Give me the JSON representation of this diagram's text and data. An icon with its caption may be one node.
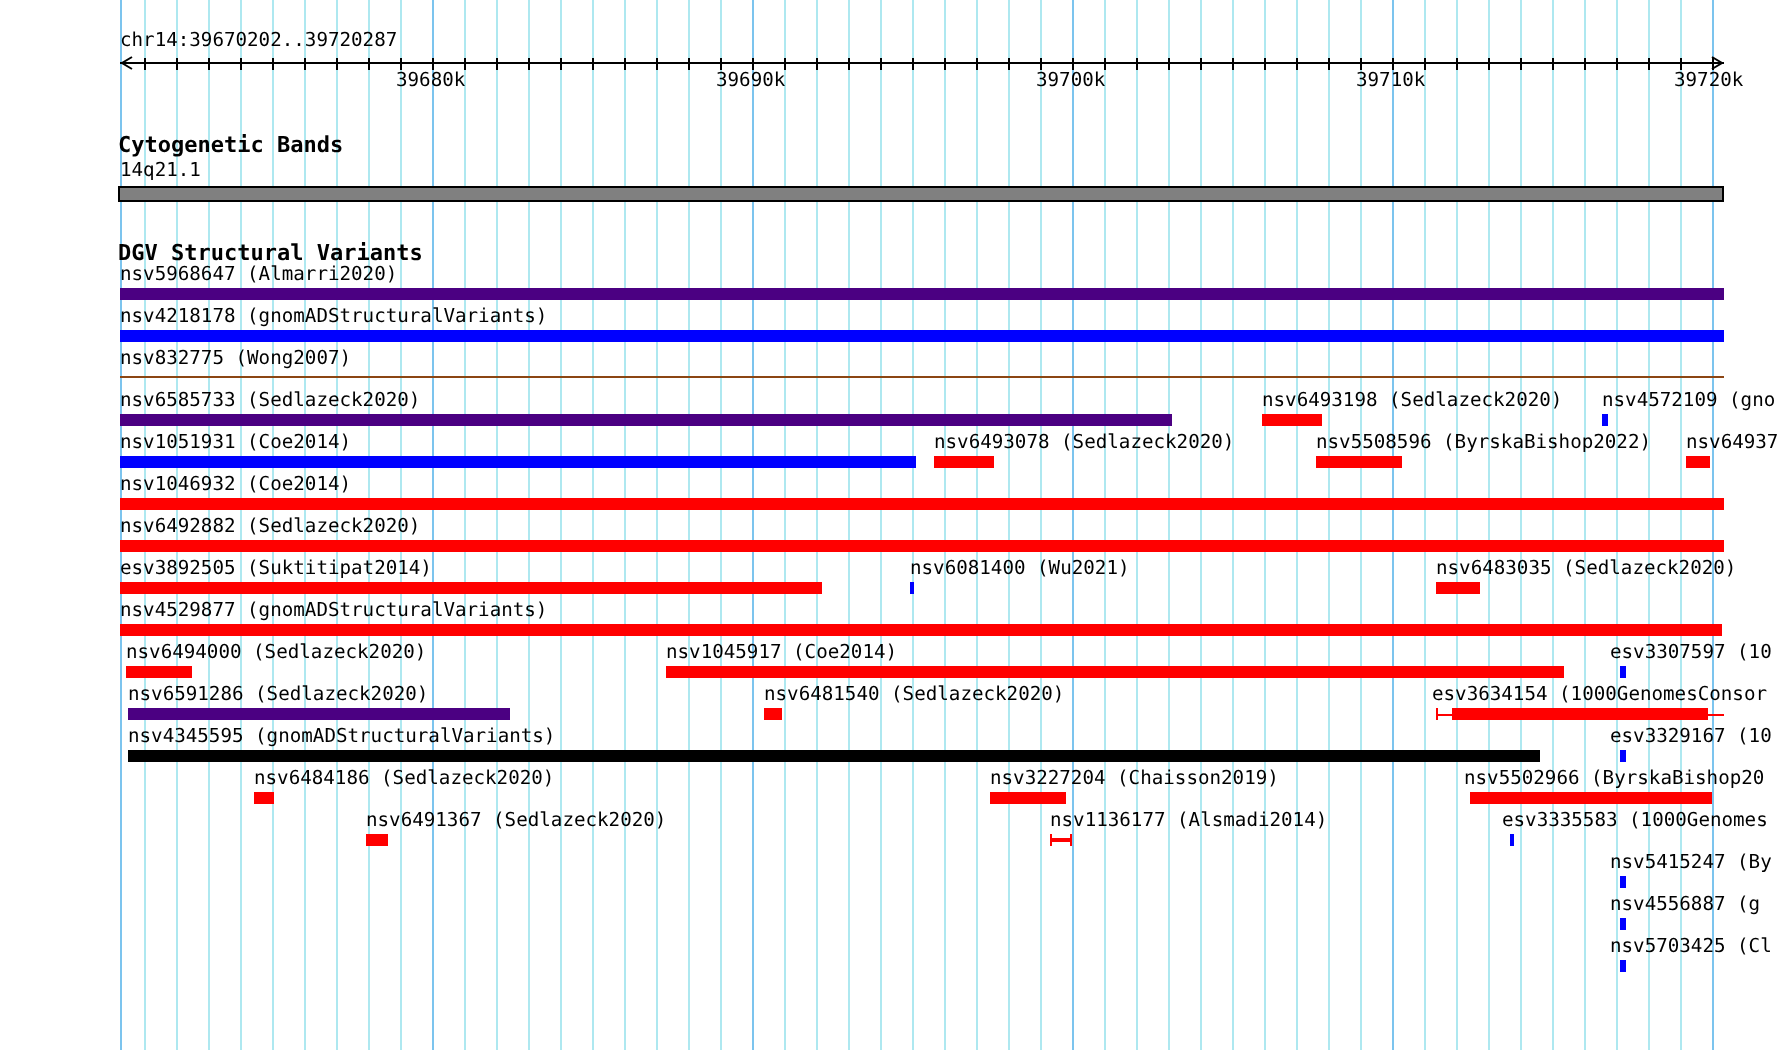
{
  "diagram": {
    "labels": [
      "chr14:39670202..39720287",
      "39680k",
      "39690k",
      "39700k",
      "39710k",
      "39720k",
      "Cytogenetic Bands",
      "14q21.1",
      "DGV Structural Variants",
      "nsv5968647 (Almarri2020)",
      "nsv4218178 (gnomADStructuralVariants)",
      "nsv832775 (Wong2007)",
      "nsv6585733 (Sedlazeck2020)",
      "nsv6493198 (Sedlazeck2020)",
      "nsv4572109 (gno",
      "nsv1051931 (Coe2014)",
      "nsv6493078 (Sedlazeck2020)",
      "nsv5508596 (ByrskaBishop2022)",
      "nsv64937",
      "nsv1046932 (Coe2014)",
      "nsv6492882 (Sedlazeck2020)",
      "esv3892505 (Suktitipat2014)",
      "nsv6081400 (Wu2021)",
      "nsv6483035 (Sedlazeck2020)",
      "nsv4529877 (gnomADStructuralVariants)",
      "nsv6494000 (Sedlazeck2020)",
      "nsv1045917 (Coe2014)",
      "esv3307597 (10",
      "nsv6591286 (Sedlazeck2020)",
      "nsv6481540 (Sedlazeck2020)",
      "esv3634154 (1000GenomesConsor",
      "nsv4345595 (gnomADStructuralVariants)",
      "esv3329167 (10",
      "nsv6484186 (Sedlazeck2020)",
      "nsv3227204 (Chaisson2019)",
      "nsv5502966 (ByrskaBishop20",
      "nsv6491367 (Sedlazeck2020)",
      "nsv1136177 (Alsmadi2014)",
      "esv3335583 (1000Genomes",
      "nsv5415247 (By",
      "nsv4556887 (g",
      "nsv5703425 (Cl"
    ]
  }
}
